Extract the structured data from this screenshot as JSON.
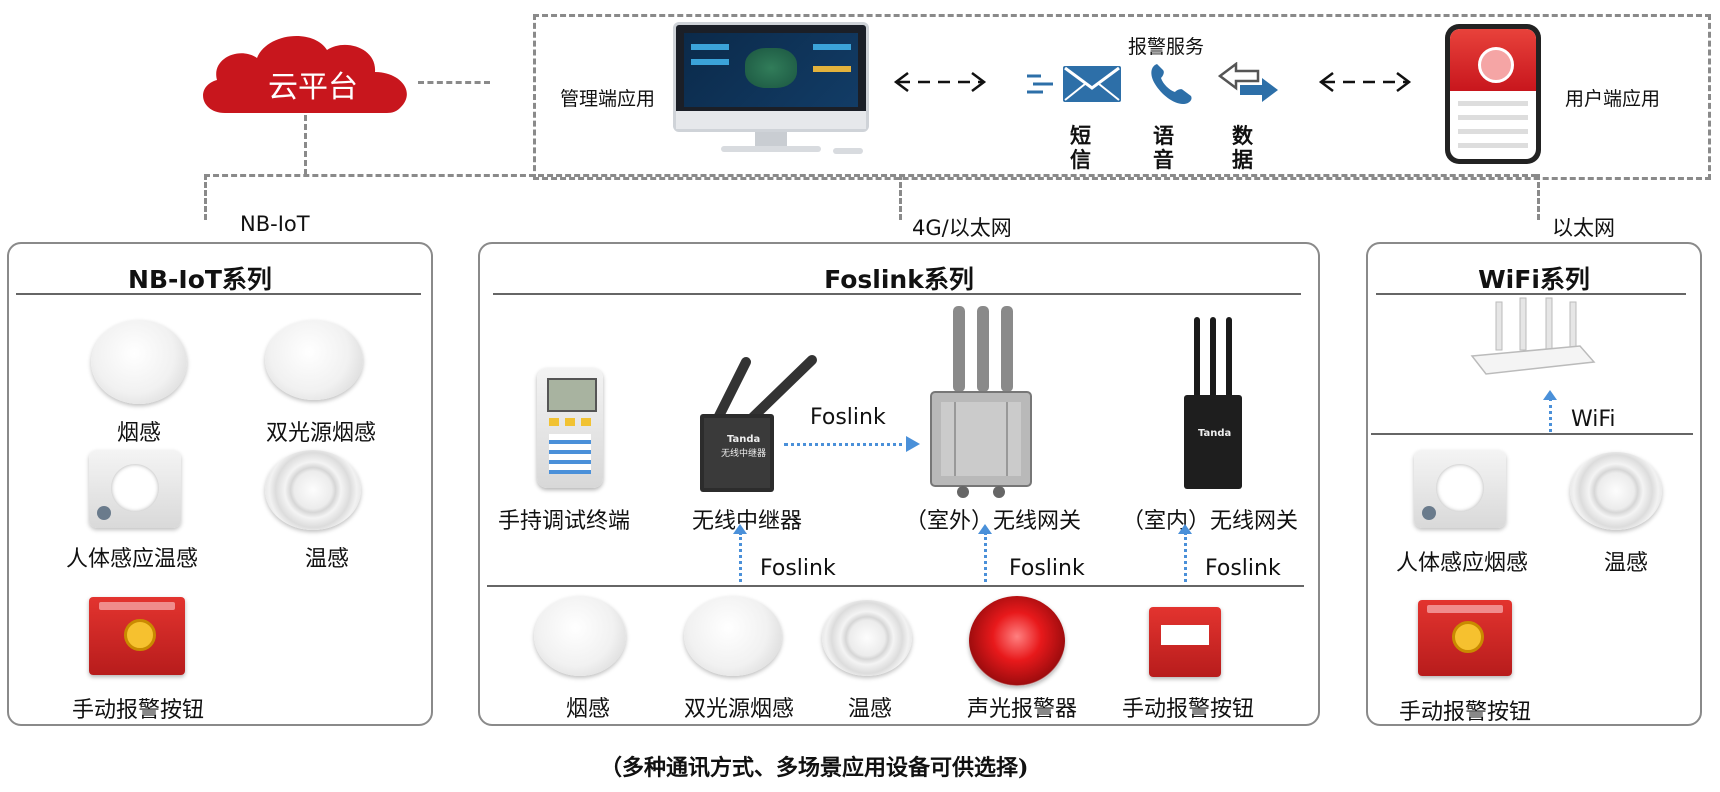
{
  "cloud": {
    "label": "云平台",
    "color": "#c8161d"
  },
  "top": {
    "admin_app": "管理端应用",
    "alarm_service": "报警服务",
    "sms": "短\n信",
    "voice": "语\n音",
    "data": "数\n据",
    "user_app": "用户端应用"
  },
  "links": {
    "nbiot": "NB-IoT",
    "fourg": "4G/以太网",
    "ethernet": "以太网"
  },
  "nbiot_panel": {
    "title": "NB-IoT系列",
    "items": [
      "烟感",
      "双光源烟感",
      "人体感应温感",
      "温感",
      "手动报警按钮"
    ]
  },
  "foslink_panel": {
    "title": "Foslink系列",
    "gateways": [
      "手持调试终端",
      "无线中继器",
      "（室外）无线网关",
      "（室内）无线网关"
    ],
    "link_label": "Foslink",
    "up_labels": [
      "Foslink",
      "Foslink",
      "Foslink"
    ],
    "items": [
      "烟感",
      "双光源烟感",
      "温感",
      "声光报警器",
      "手动报警按钮"
    ],
    "repeater_brand": "Tanda",
    "repeater_sub": "无线中继器",
    "indoor_brand": "Tanda"
  },
  "wifi_panel": {
    "title": "WiFi系列",
    "wifi_label": "WiFi",
    "items": [
      "人体感应烟感",
      "温感",
      "手动报警按钮"
    ]
  },
  "caption": "（多种通讯方式、多场景应用设备可供选择)",
  "colors": {
    "accent_blue": "#4a90d9",
    "dashed_gray": "#8a8a8a",
    "envelope": "#2d6fa8"
  }
}
